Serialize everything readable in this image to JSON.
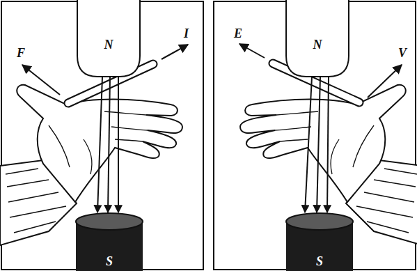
{
  "diagram": {
    "nodes": [
      {
        "text": [
          "N"
        ]
      },
      {
        "text": [
          "S"
        ]
      },
      {
        "text": [
          "N"
        ]
      },
      {
        "text": [
          "S"
        ]
      }
    ],
    "edges": [
      {
        "from": 0,
        "to": 1,
        "arrow": "to"
      },
      {
        "from": 0,
        "to": 1,
        "arrow": "to"
      },
      {
        "from": 0,
        "to": 1,
        "arrow": "to"
      },
      {
        "from": 2,
        "to": 3,
        "arrow": "to"
      },
      {
        "from": 2,
        "to": 3,
        "arrow": "to"
      },
      {
        "from": 2,
        "to": 3,
        "arrow": "to"
      }
    ],
    "labels": [
      "F",
      "I",
      "E",
      "V"
    ]
  }
}
